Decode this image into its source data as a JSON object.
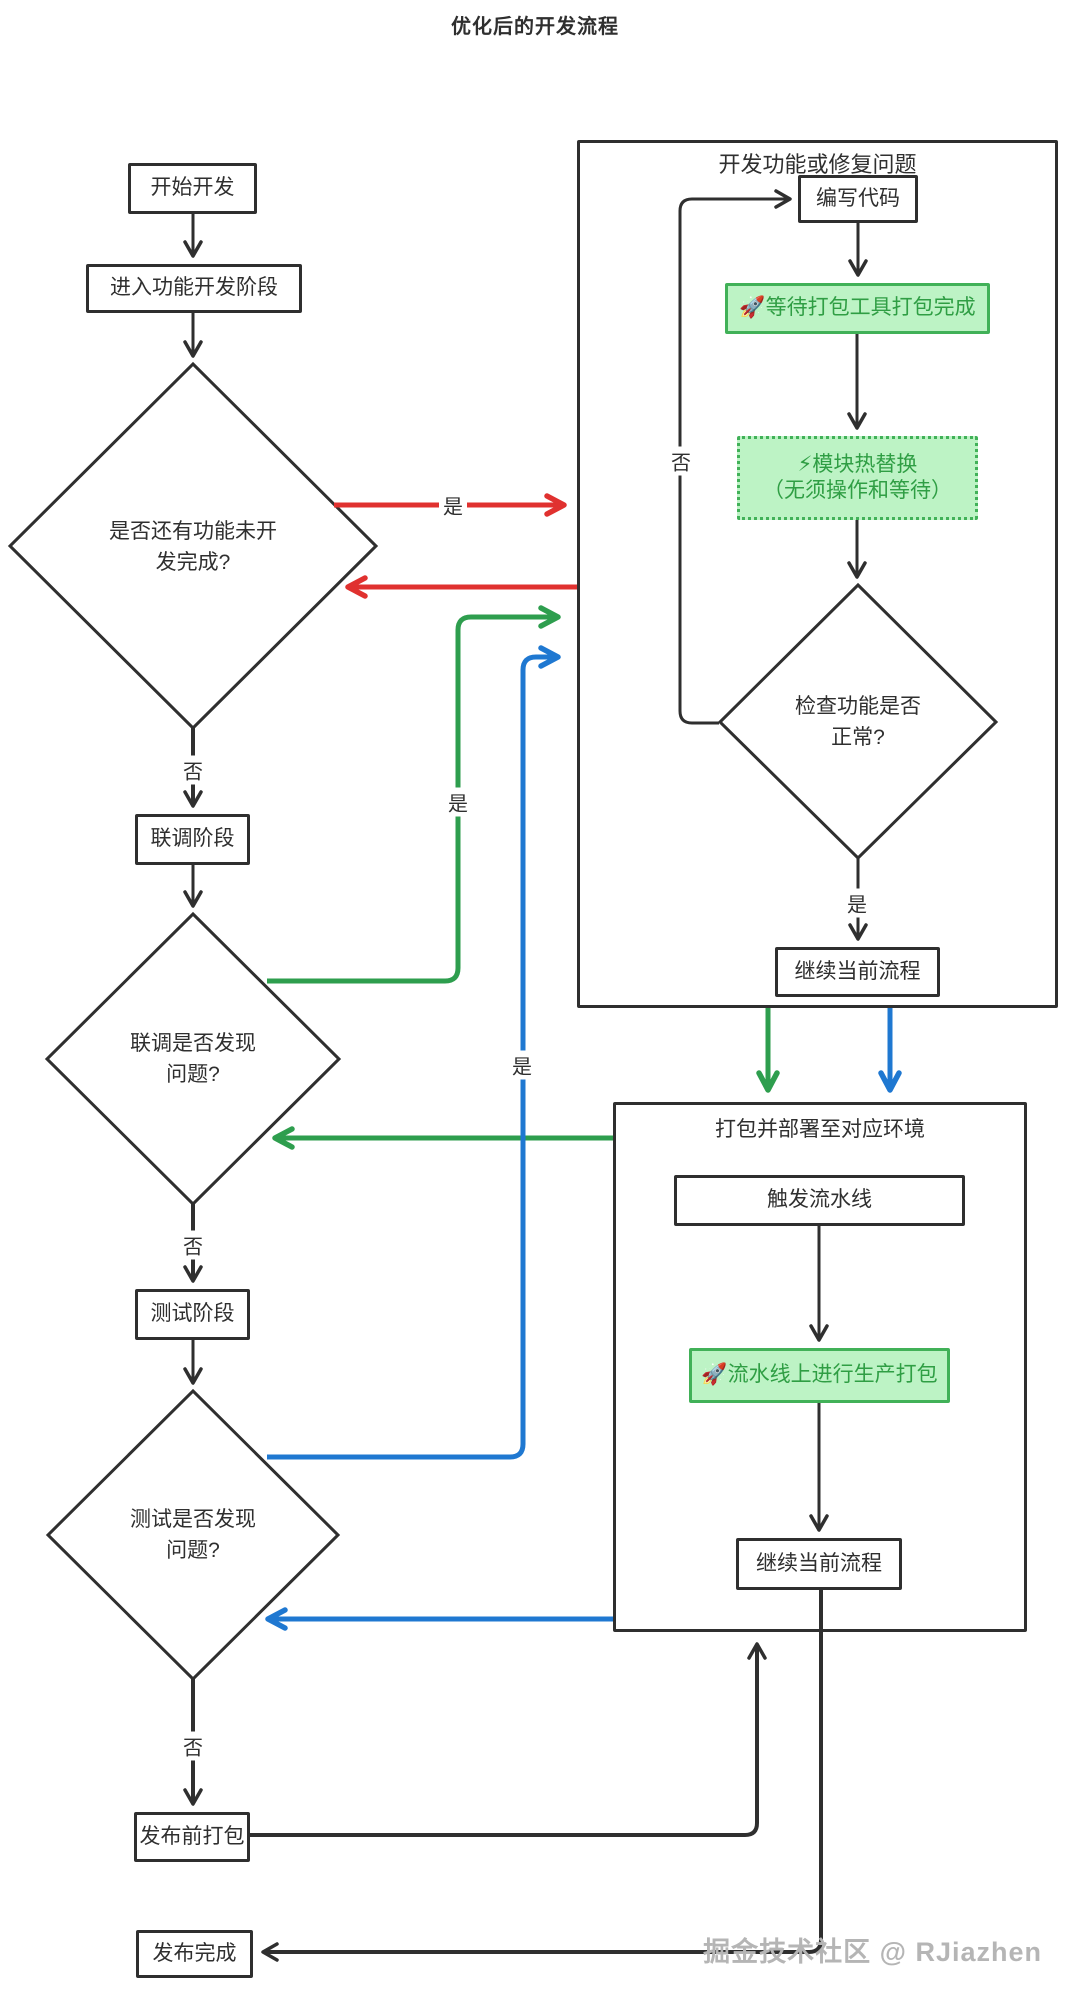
{
  "title": "优化后的开发流程",
  "colors": {
    "ink": "#2f2f2f",
    "red": "#e0312f",
    "green": "#2e9e4e",
    "blue": "#1f78d1",
    "green_fill": "#bdf3c5",
    "green_border": "#41b158",
    "green_text": "#2f9e44",
    "watermark": "#b5b5b5"
  },
  "nodes": {
    "start": "开始开发",
    "enter_dev": "进入功能开发阶段",
    "d1": "是否还有功能未开\n发完成?",
    "joint_debug": "联调阶段",
    "d2": "联调是否发现\n问题?",
    "test_stage": "测试阶段",
    "d3": "测试是否发现\n问题?",
    "pre_release": "发布前打包",
    "released": "发布完成"
  },
  "dev_container": {
    "title": "开发功能或修复问题",
    "write_code": "编写代码",
    "wait_pack": "🚀等待打包工具打包完成",
    "hmr": "⚡模块热替换\n（无须操作和等待）",
    "check": "检查功能是否\n正常?",
    "continue": "继续当前流程"
  },
  "deploy_container": {
    "title": "打包并部署至对应环境",
    "trigger_pipeline": "触发流水线",
    "pipeline_pack": "🚀流水线上进行生产打包",
    "continue": "继续当前流程"
  },
  "labels": {
    "yes": "是",
    "no": "否"
  },
  "watermark": "掘金技术社区 @ RJiazhen"
}
